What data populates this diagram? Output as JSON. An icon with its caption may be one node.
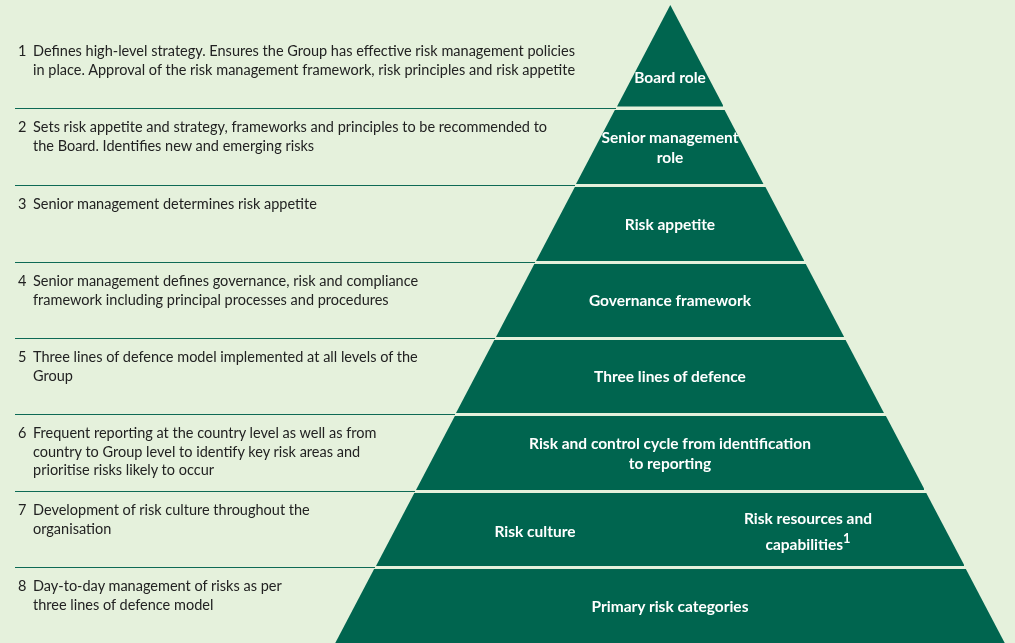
{
  "diagram": {
    "nodes": [
      {
        "text": [
          "Board role"
        ],
        "beside": [
          "1",
          "Defines high-level strategy. Ensures the Group has effective risk management policies in place. Approval of the risk management framework, risk principles and risk appetite"
        ]
      },
      {
        "text": [
          "Senior management role"
        ],
        "beside": [
          "2",
          "Sets risk appetite and strategy, frameworks and principles to be recommended to the Board. Identifies new and emerging risks"
        ]
      },
      {
        "text": [
          "Risk appetite"
        ],
        "beside": [
          "3",
          "Senior management determines risk appetite"
        ]
      },
      {
        "text": [
          "Governance framework"
        ],
        "beside": [
          "4",
          "Senior management defines governance, risk and compliance framework including principal processes and procedures"
        ]
      },
      {
        "text": [
          "Three lines of defence"
        ],
        "beside": [
          "5",
          "Three lines of defence model implemented at all levels of the Group"
        ]
      },
      {
        "text": [
          "Risk and control cycle from identification to reporting"
        ],
        "beside": [
          "6",
          "Frequent reporting at the country level as well as from country to Group level to identify key risk areas and prioritise risks likely to occur"
        ]
      },
      {
        "text": [
          "Risk culture",
          "Risk resources and capabilities$^{1}$"
        ],
        "beside": [
          "7",
          "Development of risk culture throughout the organisation"
        ]
      },
      {
        "text": [
          "Primary risk categories"
        ],
        "beside": [
          "8",
          "Day-to-day management of risks as per three lines of defence model"
        ]
      }
    ],
    "edges": []
  }
}
